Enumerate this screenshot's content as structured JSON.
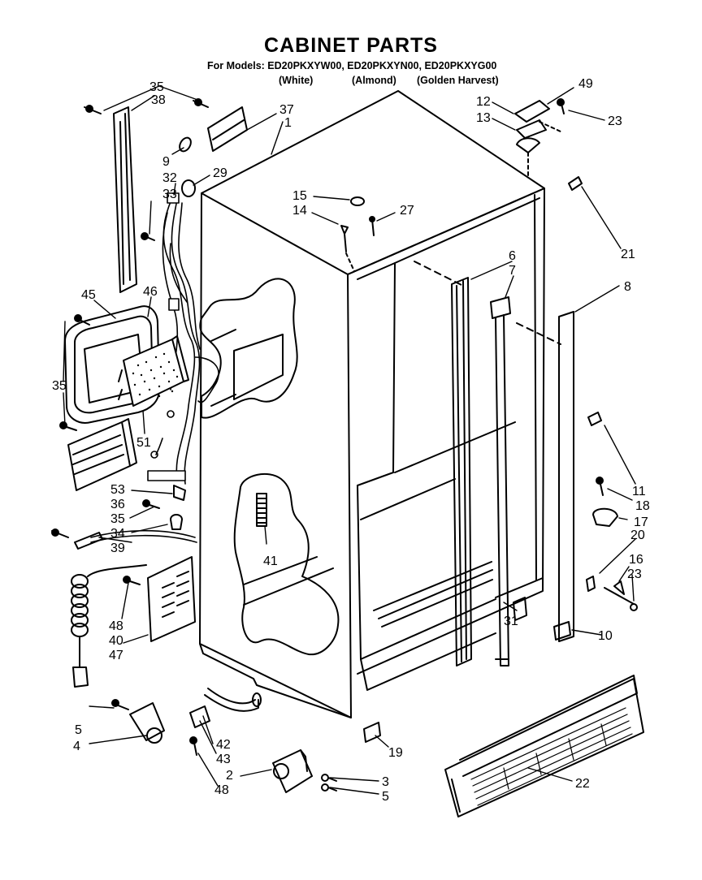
{
  "header": {
    "title": "CABINET PARTS",
    "models_line": "For Models: ED20PKXYW00, ED20PKXYN00, ED20PKXYG00",
    "variants": [
      "(White)",
      "(Almond)",
      "(Golden Harvest)"
    ]
  },
  "part_labels": [
    "35",
    "38",
    "37",
    "1",
    "9",
    "32",
    "29",
    "33",
    "15",
    "14",
    "27",
    "12",
    "13",
    "49",
    "23",
    "21",
    "6",
    "7",
    "8",
    "45",
    "46",
    "35",
    "51",
    "11",
    "18",
    "17",
    "20",
    "16",
    "23",
    "53",
    "36",
    "35",
    "34",
    "39",
    "41",
    "31",
    "10",
    "48",
    "40",
    "47",
    "5",
    "4",
    "42",
    "43",
    "19",
    "2",
    "48",
    "3",
    "5",
    "22"
  ]
}
